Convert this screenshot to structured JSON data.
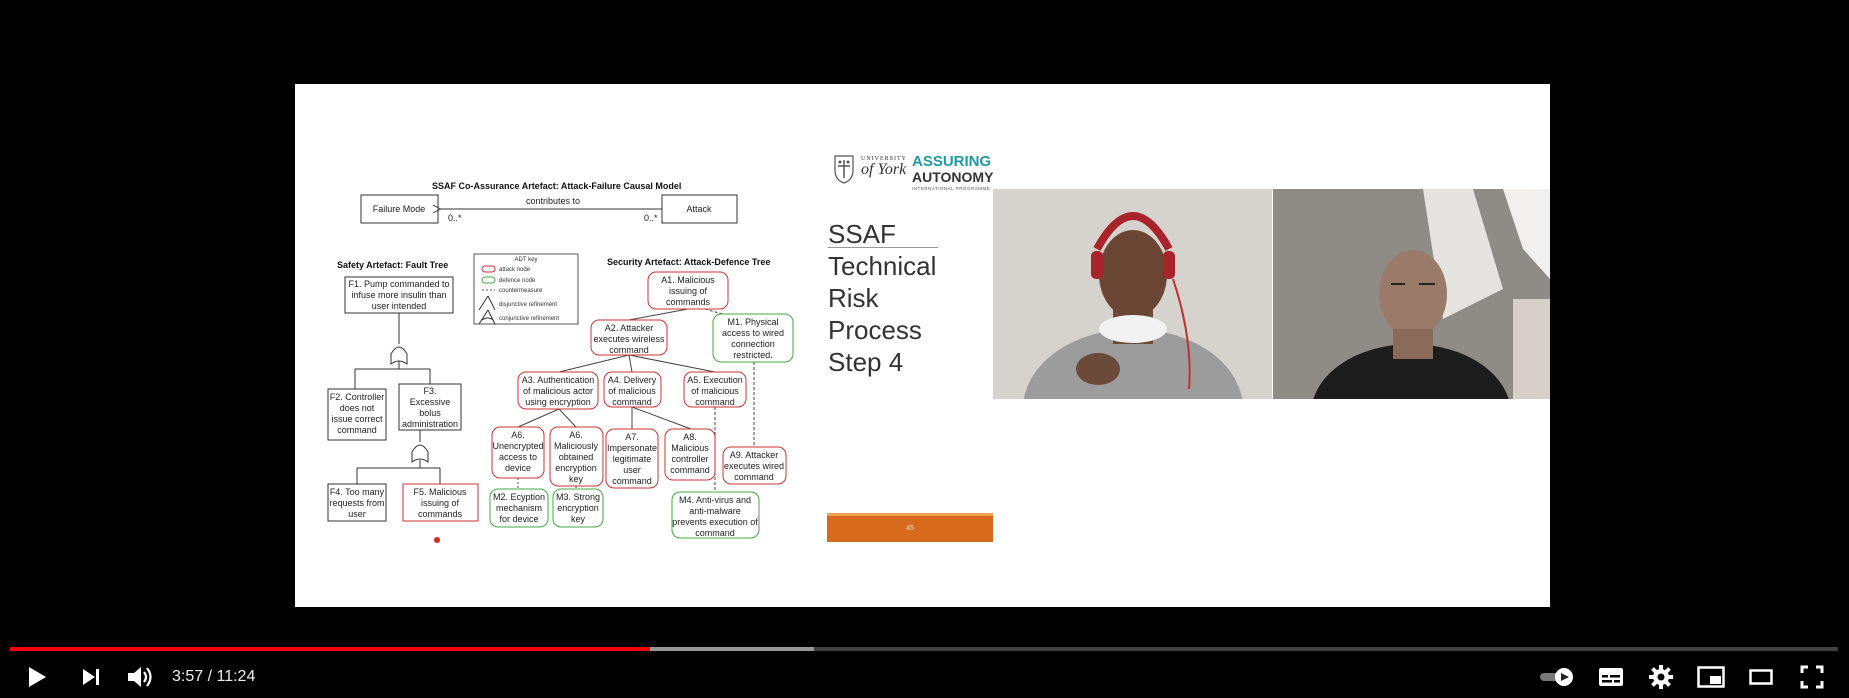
{
  "player": {
    "current_time": "3:57",
    "duration": "11:24",
    "time_separator": " / ",
    "progress_played": 0.35,
    "progress_buffered": 0.44,
    "accent_color": "#ff0000"
  },
  "slide": {
    "title_lines": [
      "SSAF",
      "Technical",
      "Risk",
      "Process",
      "Step 4"
    ],
    "slide_number": "45",
    "logo": {
      "university_small": "UNIVERSITY",
      "university_of": "of",
      "university_name": "York",
      "programme_line1": "ASSURING",
      "programme_line2": "AUTONOMY",
      "programme_line3": "INTERNATIONAL PROGRAMME"
    },
    "diagram": {
      "title": "SSAF Co-Assurance Artefact: Attack-Failure Causal Model",
      "failure_mode": "Failure Mode",
      "attack": "Attack",
      "relation": "contributes to",
      "mult_left": "0..*",
      "mult_right": "0..*",
      "fault_tree_title": "Safety Artefact: Fault Tree",
      "attack_tree_title": "Security Artefact: Attack-Defence Tree",
      "key": {
        "title": "ADT key",
        "attack_node": "attack node",
        "defence_node": "defence node",
        "countermeasure": "countermeasure",
        "disjunctive": "disjunctive refinement",
        "conjunctive": "conjunctive refinement"
      },
      "fault_nodes": {
        "F1": [
          "F1. Pump commanded to",
          "infuse more insulin than",
          "user intended"
        ],
        "F2": [
          "F2. Controller",
          "does not",
          "issue correct",
          "command"
        ],
        "F3": [
          "F3.",
          "Excessive",
          "bolus",
          "administration"
        ],
        "F4": [
          "F4. Too many",
          "requests from",
          "user"
        ],
        "F5": [
          "F5. Malicious",
          "issuing of",
          "commands"
        ]
      },
      "attack_nodes": {
        "A1": [
          "A1. Malicious",
          "issuing of",
          "commands"
        ],
        "A2": [
          "A2. Attacker",
          "executes wireless",
          "command"
        ],
        "M1": [
          "M1. Physical",
          "access to wired",
          "connection",
          "restricted."
        ],
        "A3": [
          "A3. Authentication",
          "of malicious actor",
          "using encryption"
        ],
        "A4": [
          "A4. Delivery",
          "of malicious",
          "command"
        ],
        "A5": [
          "A5. Execution",
          "of malicious",
          "command"
        ],
        "A6a": [
          "A6.",
          "Unencrypted",
          "access to",
          "device"
        ],
        "A6b": [
          "A6.",
          "Maliciously",
          "obtained",
          "encryption",
          "key"
        ],
        "A7": [
          "A7.",
          "Impersonate",
          "legitimate",
          "user",
          "command"
        ],
        "A8": [
          "A8.",
          "Malicious",
          "controller",
          "command"
        ],
        "A9": [
          "A9. Attacker",
          "executes wired",
          "command"
        ],
        "M2": [
          "M2. Ecyption",
          "mechanism",
          "for device"
        ],
        "M3": [
          "M3. Strong",
          "encryption",
          "key"
        ],
        "M4": [
          "M4. Anti-virus and",
          "anti-malware",
          "prevents execution of",
          "command"
        ]
      }
    }
  },
  "icons": {
    "play": "play-icon",
    "next": "next-icon",
    "volume": "volume-icon",
    "autoplay": "autoplay-toggle-icon",
    "subtitles": "subtitles-icon",
    "settings": "gear-icon",
    "miniplayer": "miniplayer-icon",
    "theater": "theater-mode-icon",
    "fullscreen": "fullscreen-icon"
  }
}
